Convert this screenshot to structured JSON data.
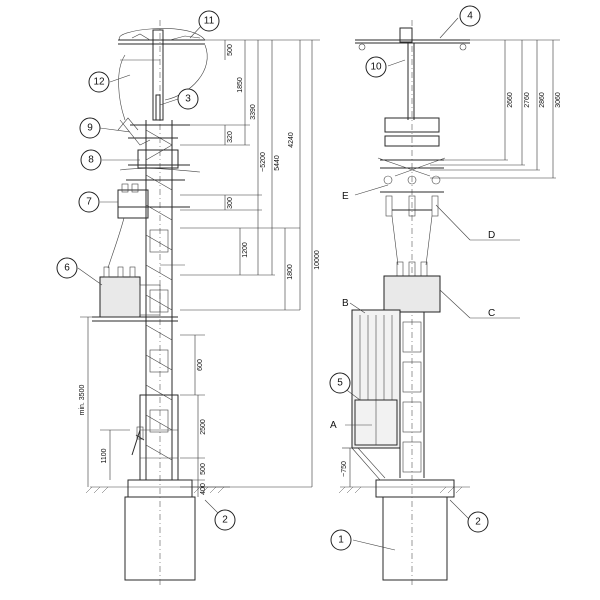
{
  "callouts": {
    "c1": "1",
    "c2a": "2",
    "c2b": "2",
    "c3": "3",
    "c4": "4",
    "c5": "5",
    "c6": "6",
    "c7": "7",
    "c8": "8",
    "c9": "9",
    "c10": "10",
    "c11": "11",
    "c12": "12"
  },
  "letters": {
    "A": "A",
    "B": "B",
    "C": "C",
    "D": "D",
    "E": "E"
  },
  "dims_left": {
    "d500": "500",
    "d1850": "1850",
    "d3390": "3390",
    "d320": "320",
    "d5200": "~5200",
    "d5440": "5440",
    "d4240": "4240",
    "d10000": "10000",
    "d300": "300",
    "d1200": "1200",
    "d1800": "1800",
    "d600": "600",
    "d2500": "2500",
    "d500b": "500",
    "d1100": "1100",
    "d400": "400",
    "dmin3500": "min. 3500"
  },
  "dims_right": {
    "d2660": "2660",
    "d2760": "2760",
    "d2860": "2860",
    "d3060": "3060",
    "d750": "~750"
  }
}
